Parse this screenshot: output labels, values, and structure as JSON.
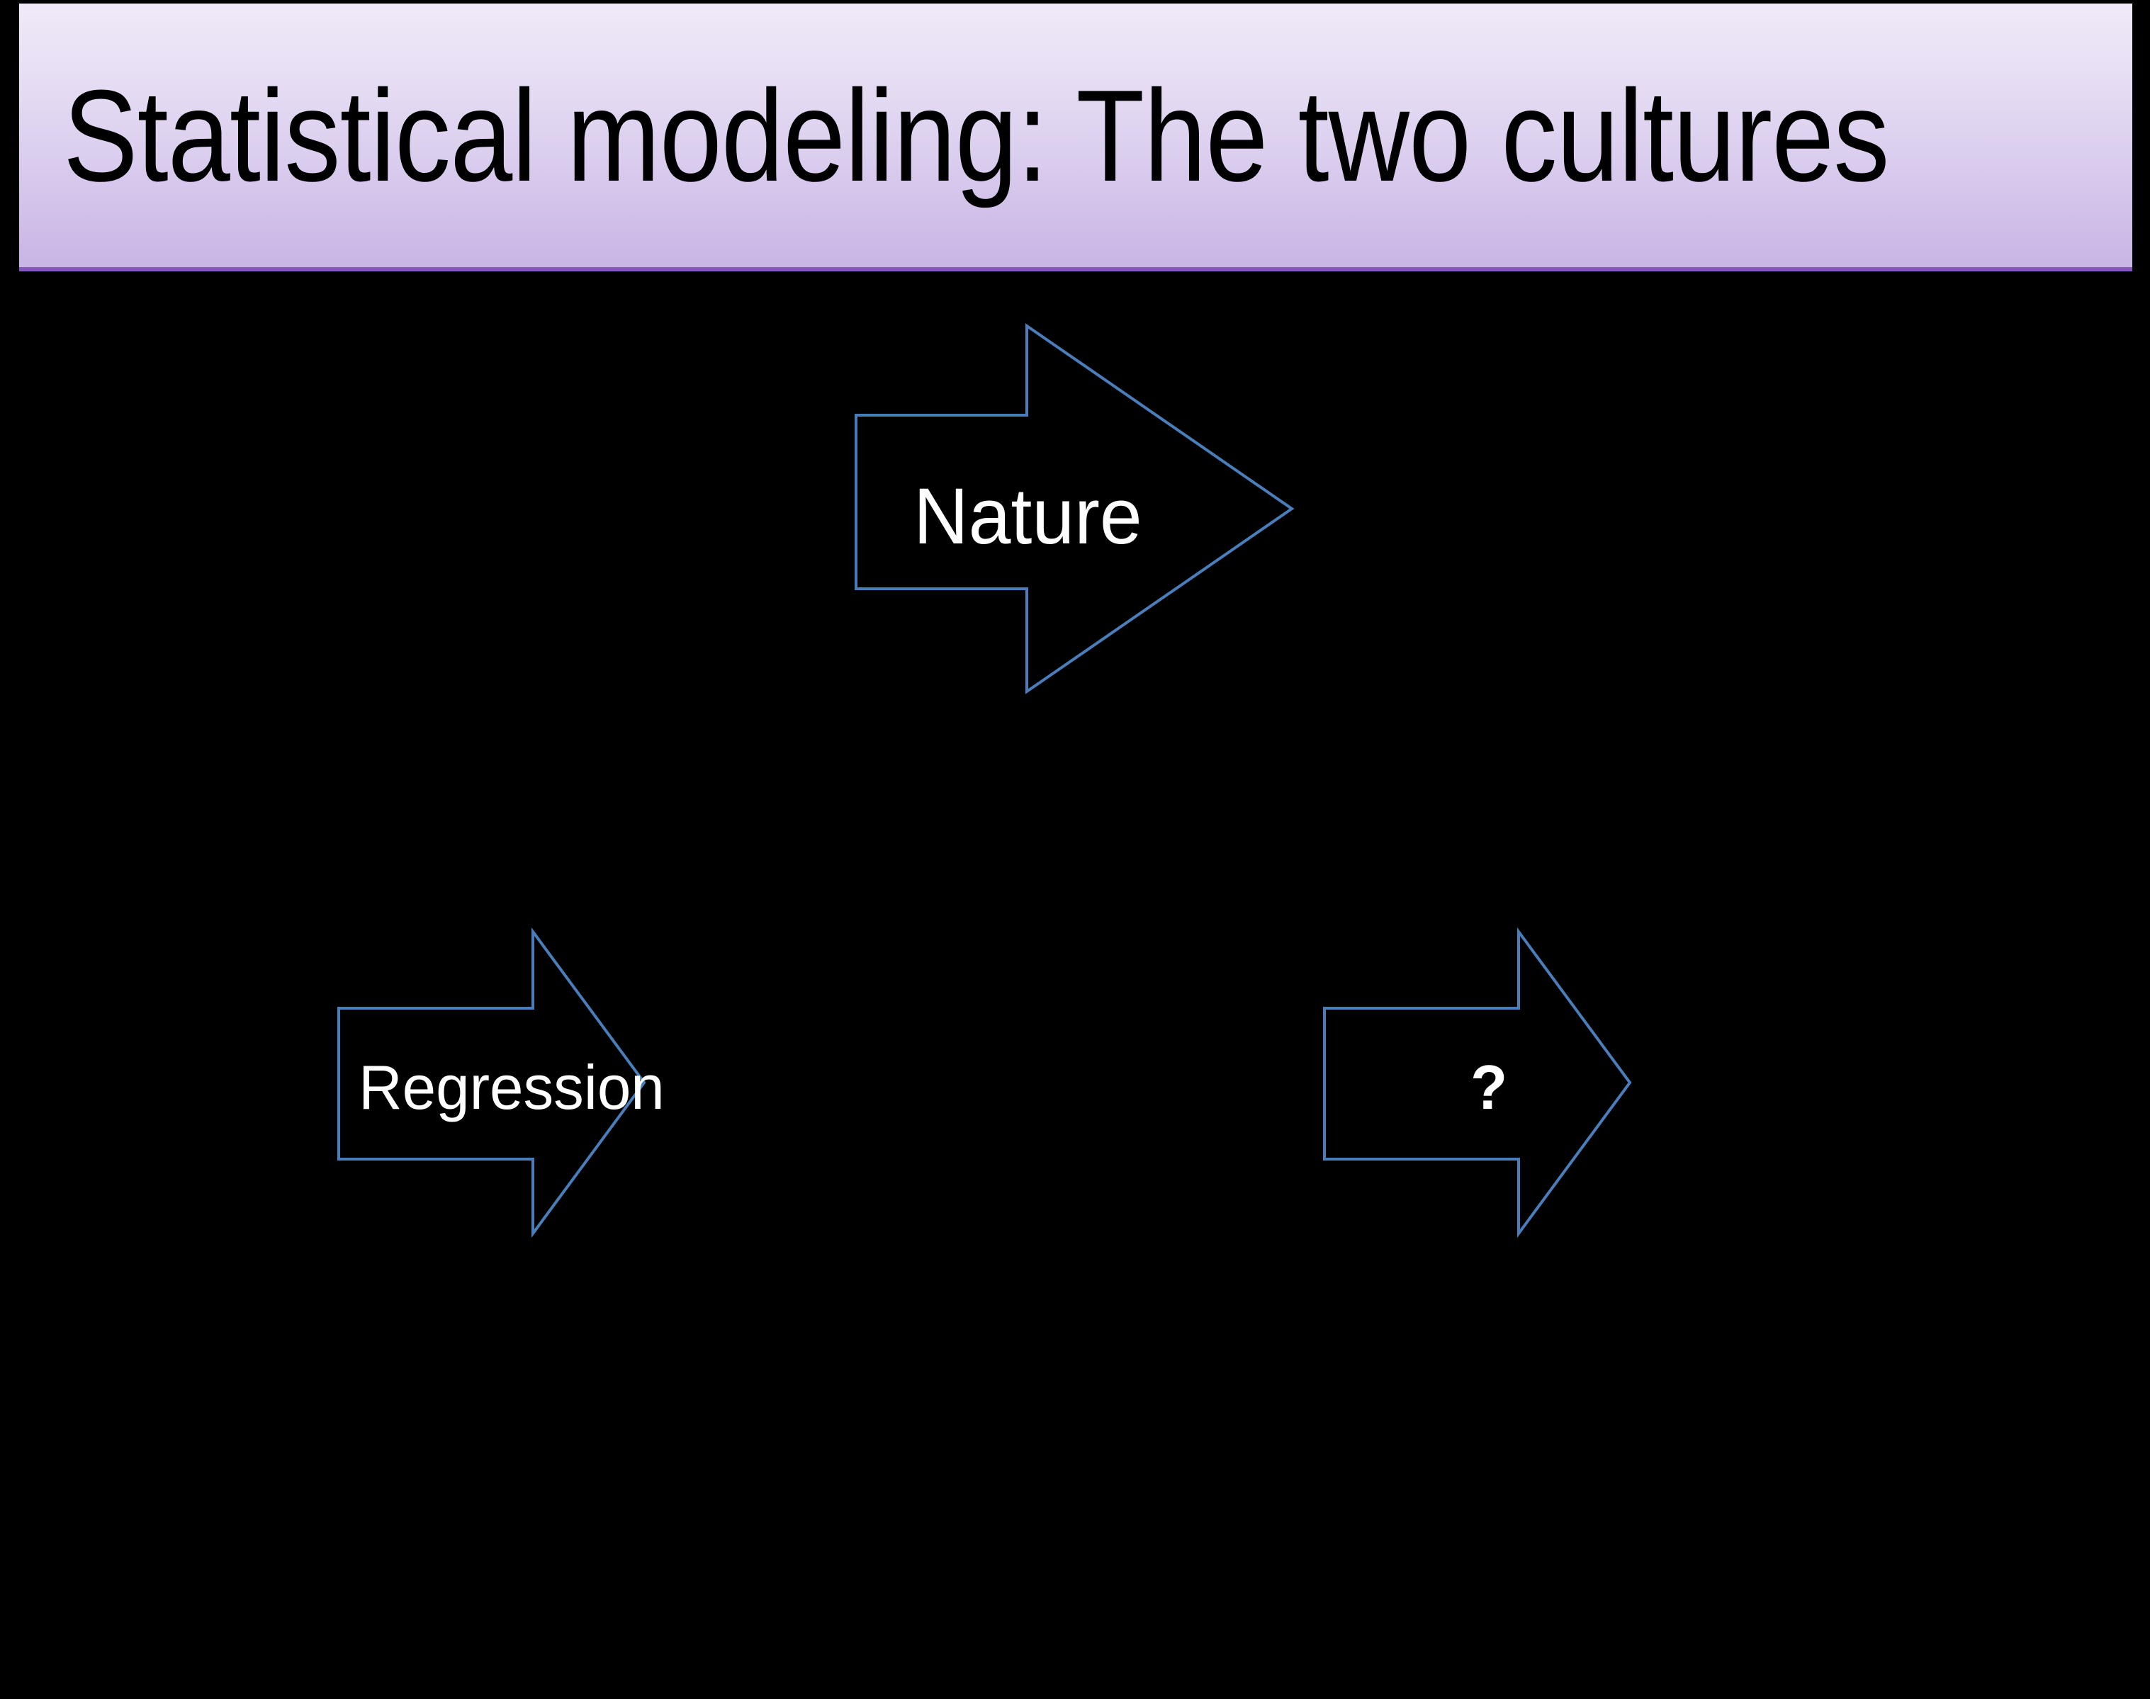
{
  "slide": {
    "title": "Statistical modeling: The two cultures",
    "background_color": "#000000",
    "frame_border_color": "#1f3553",
    "title_bar": {
      "gradient_top_color": "#EFE9F8",
      "gradient_bottom_color": "#C9B5E6",
      "underline_color": "#8657BF",
      "text_color": "#000000"
    }
  },
  "diagram": {
    "accent_color": "#4A7EBB",
    "label_color": "#FFFFFF",
    "arrows": [
      {
        "id": "nature",
        "label": "Nature",
        "direction": "right",
        "bold": false,
        "position": "top-center"
      },
      {
        "id": "regression",
        "label": "Regression",
        "direction": "right",
        "bold": false,
        "position": "middle-left"
      },
      {
        "id": "question",
        "label": "?",
        "direction": "right",
        "bold": true,
        "position": "middle-right"
      }
    ]
  }
}
